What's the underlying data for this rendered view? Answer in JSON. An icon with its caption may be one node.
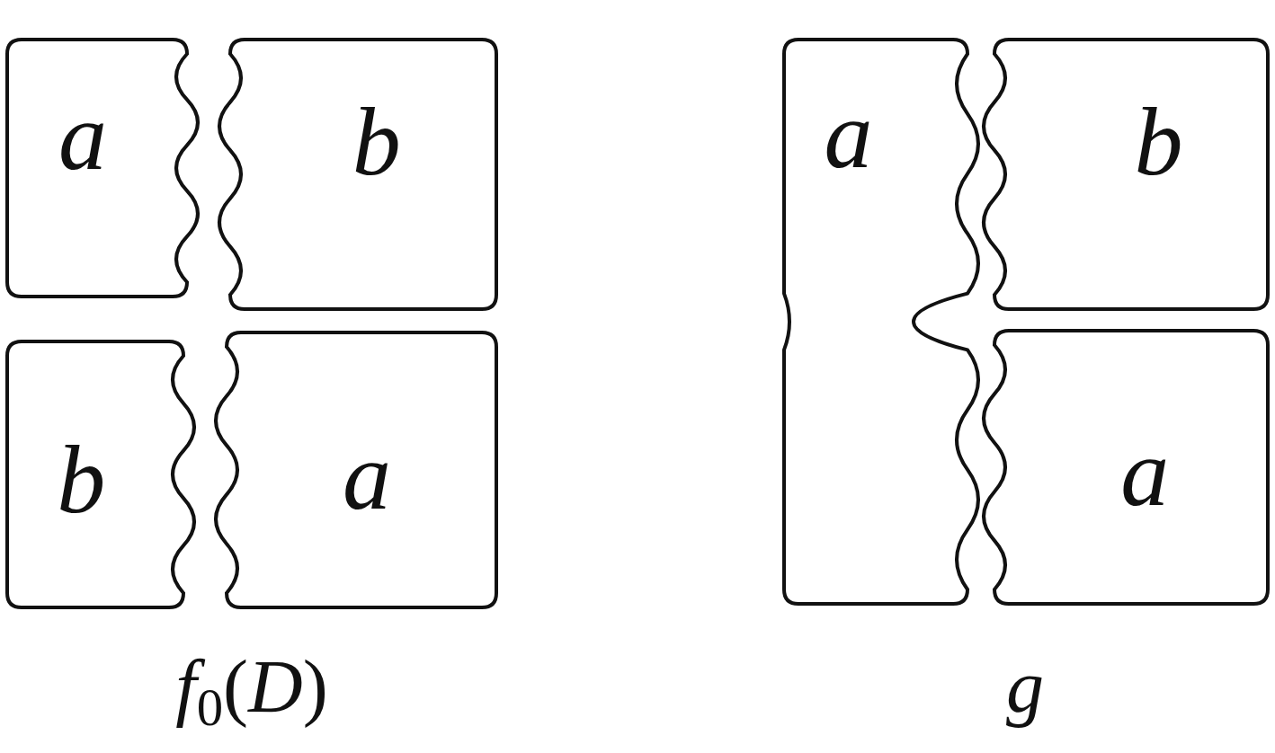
{
  "diagram": {
    "nodes": [
      {
        "text": [
          "a"
        ]
      },
      {
        "text": [
          "b"
        ]
      },
      {
        "text": [
          "b"
        ]
      },
      {
        "text": [
          "a"
        ]
      },
      {
        "text": [
          "a"
        ]
      },
      {
        "text": [
          "b"
        ]
      },
      {
        "text": [
          "a"
        ]
      }
    ],
    "labels": [
      "*f*$_{0}$(*D*)",
      "g"
    ]
  }
}
